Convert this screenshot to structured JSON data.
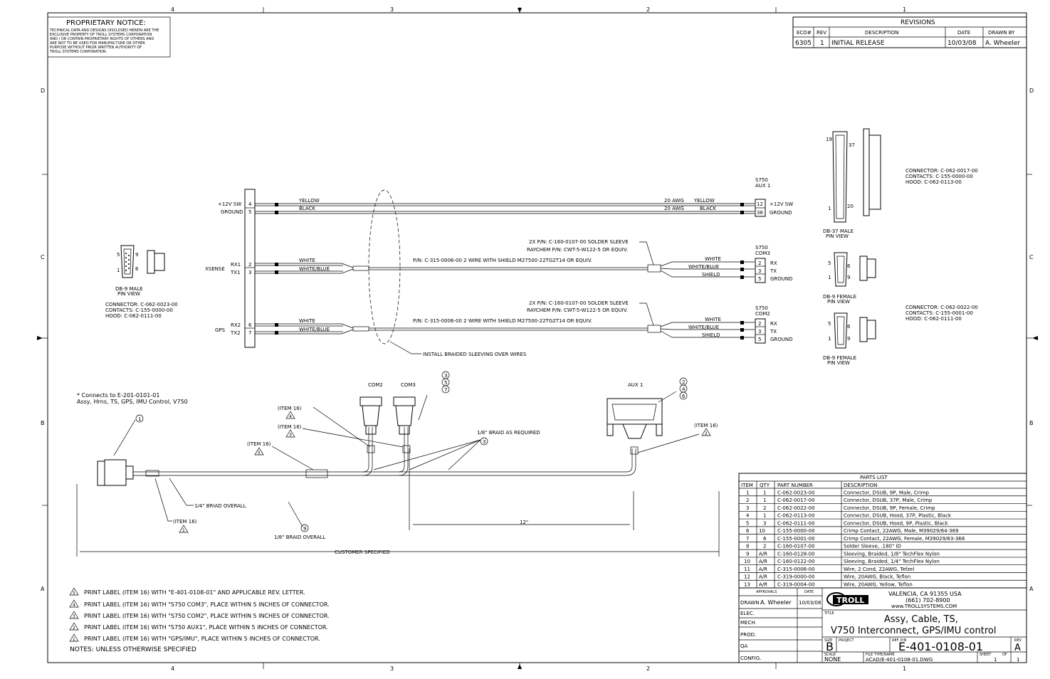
{
  "frame": {
    "cols_top": [
      "4",
      "3",
      "2",
      "1"
    ],
    "cols_bottom": [
      "4",
      "3",
      "2",
      "1"
    ],
    "rows_left": [
      "D",
      "C",
      "B",
      "A"
    ],
    "rows_right": [
      "D",
      "C",
      "B",
      "A"
    ]
  },
  "notice": {
    "title": "PROPRIETARY NOTICE:",
    "lines": [
      "TECHNICAL DATA AND DESIGNS DISCLOSED HEREIN ARE THE",
      "EXCLUSIVE PROPERTY OF TROLL SYSTEMS CORPORATION",
      "AND / OR CONTAIN PROPRIETARY RIGHTS OF OTHERS AND",
      "ARE NOT TO BE USED FOR MANUFACTURE OR OTHER",
      "PURPOSE WITHOUT PRIOR WRITTEN AUTHORITY OF",
      "TROLL SYSTEMS CORPORATION."
    ]
  },
  "revisions": {
    "title": "REVISIONS",
    "headers": [
      "ECO#",
      "REV",
      "DESCRIPTION",
      "DATE",
      "DRAWN BY"
    ],
    "rows": [
      [
        "6305",
        "1",
        "INITIAL RELEASE",
        "10/03/08",
        "A. Wheeler"
      ]
    ]
  },
  "left_connector": {
    "pins_top": "5",
    "pins_right": "9",
    "pin1": "1",
    "pin6": "6",
    "view": [
      "DB-9 MALE",
      "PIN VIEW"
    ],
    "info": [
      "CONNECTOR: C-062-0023-00",
      "CONTACTS: C-155-0000-00",
      "HOOD: C-062-0111-00"
    ]
  },
  "terminal_block": {
    "rows": [
      {
        "label": "+12V SW",
        "pin": "4",
        "color": "YELLOW"
      },
      {
        "label": "GROUND",
        "pin": "5",
        "color": "BLACK"
      },
      {
        "label": "RX1",
        "pin": "2",
        "color": "WHITE"
      },
      {
        "label": "TX1",
        "pin": "3",
        "color": "WHITE/BLUE"
      },
      {
        "label": "RX2",
        "pin": "6",
        "color": "WHITE"
      },
      {
        "label": "TX2",
        "pin": "7",
        "color": "WHITE/BLUE"
      }
    ],
    "group_xsense": "XSENSE",
    "group_gps": "GPS"
  },
  "aux1": {
    "title": [
      "S750",
      "AUX 1"
    ],
    "rows": [
      {
        "pin": "12",
        "label": "+12V SW",
        "awg": "20 AWG",
        "color": "YELLOW"
      },
      {
        "pin": "36",
        "label": "GROUND",
        "awg": "20 AWG",
        "color": "BLACK"
      }
    ]
  },
  "com3": {
    "title": [
      "S750",
      "COM3"
    ],
    "rows": [
      {
        "pin": "2",
        "label": "RX",
        "color": "WHITE"
      },
      {
        "pin": "3",
        "label": "TX",
        "color": "WHITE/BLUE"
      },
      {
        "pin": "5",
        "label": "GROUND",
        "color": "SHIELD"
      }
    ],
    "sleeve": [
      "2X P/N: C-160-0107-00 SOLDER SLEEVE",
      "RAYCHEM P/N: CWT-5-W122-5 OR EQUIV."
    ],
    "wire": "P/N: C-315-0006-00  2 WIRE WITH SHIELD M27500-22TG2T14 OR EQUIV."
  },
  "com2": {
    "title": [
      "S750",
      "COM2"
    ],
    "rows": [
      {
        "pin": "2",
        "label": "RX",
        "color": "WHITE"
      },
      {
        "pin": "3",
        "label": "TX",
        "color": "WHITE/BLUE"
      },
      {
        "pin": "5",
        "label": "GROUND",
        "color": "SHIELD"
      }
    ],
    "sleeve": [
      "2X P/N: C-160-0107-00 SOLDER SLEEVE",
      "RAYCHEM P/N: CWT-5-W122-5 OR EQUIV."
    ],
    "wire": "P/N: C-315-0006-00  2 WIRE WITH SHIELD M27500-22TG2T14 OR EQUIV."
  },
  "braid_note": "INSTALL BRAIDED SLEEVING OVER WIRES",
  "right_connectors": {
    "db37": {
      "pin19": "19",
      "pin37": "37",
      "pin1": "1",
      "pin20": "20",
      "view": [
        "DB-37 MALE",
        "PIN VIEW"
      ],
      "info": [
        "CONNECTOR: C-062-0017-00",
        "CONTACTS: C-155-0000-00",
        "HOOD: C-062-0113-00"
      ]
    },
    "db9f_a": {
      "pin5": "5",
      "pin9": "9",
      "pin1": "1",
      "pin6": "6",
      "view": [
        "DB-9 FEMALE",
        "PIN VIEW"
      ]
    },
    "db9f_b": {
      "pin5": "5",
      "pin9": "9",
      "pin1": "1",
      "pin6": "6",
      "view": [
        "DB-9 FEMALE",
        "PIN VIEW"
      ]
    },
    "info_b": [
      "CONNECTOR: C-062-0022-00",
      "CONTACTS: C-155-0001-00",
      "HOOD: C-062-0111-00"
    ]
  },
  "assembly": {
    "connects": [
      "* Connects to E-201-0101-01",
      "Assy, Hrns, TS, GPS, IMU Control, V750"
    ],
    "com2": "COM2",
    "com3": "COM3",
    "aux1": "AUX 1",
    "item16": "(ITEM 16)",
    "braid_req": "1/8\" BRAID AS REQUIRED",
    "braid_quarter": "1/4\" BRIAD OVERALL",
    "braid_eighth": "1/8\" BRAID OVERALL",
    "dim12": "12\"",
    "customer": "CUSTOMER SPECIFIED",
    "balloons": {
      "b1": "1",
      "b3": "3",
      "b5": "5",
      "b7": "7",
      "b2": "2",
      "b4": "4",
      "b6": "6",
      "b9": "9"
    },
    "tri": {
      "t1": "1",
      "t2": "2",
      "t3": "3",
      "t4": "4",
      "t5": "5"
    }
  },
  "notes": {
    "lines": [
      {
        "n": "5",
        "text": "PRINT LABEL (ITEM 16) WITH \"E-401-0108-01\" AND APPLICABLE REV. LETTER."
      },
      {
        "n": "4",
        "text": "PRINT LABEL (ITEM 16) WITH \"S750 COM3\", PLACE WITHIN 5 INCHES OF CONNECTOR."
      },
      {
        "n": "3",
        "text": "PRINT LABEL (ITEM 16) WITH \"S750 COM2\", PLACE WITHIN 5 INCHES OF CONNECTOR."
      },
      {
        "n": "2",
        "text": "PRINT LABEL (ITEM 16) WITH \"S750 AUX1\", PLACE WITHIN 5 INCHES OF CONNECTOR."
      },
      {
        "n": "1",
        "text": "PRINT LABEL (ITEM 16) WITH \"GPS/IMU\", PLACE WITHIN 5 INCHES OF CONNECTOR."
      }
    ],
    "footer": "NOTES: UNLESS OTHERWISE SPECIFIED"
  },
  "parts_list": {
    "title": "PARTS LIST",
    "headers": [
      "ITEM",
      "QTY",
      "PART NUMBER",
      "DESCRIPTION"
    ],
    "rows": [
      [
        "1",
        "1",
        "C-062-0023-00",
        "Connector, DSUB, 9P, Male, Crimp"
      ],
      [
        "2",
        "1",
        "C-062-0017-00",
        "Connector, DSUB, 37P, Male, Crimp"
      ],
      [
        "3",
        "2",
        "C-062-0022-00",
        "Connector, DSUB, 9P, Female, Crimp"
      ],
      [
        "4",
        "1",
        "C-062-0113-00",
        "Connector, DSUB, Hood, 37P, Plastic, Black"
      ],
      [
        "5",
        "3",
        "C-062-0111-00",
        "Connector, DSUB, Hood, 9P, Plastic, Black"
      ],
      [
        "6",
        "10",
        "C-155-0000-00",
        "Crimp Contact, 22AWG, Male, M39029/64-369"
      ],
      [
        "7",
        "6",
        "C-155-0001-00",
        "Crimp Contact, 22AWG, Female, M39029/63-368"
      ],
      [
        "8",
        "2",
        "C-160-0107-00",
        "Solder Sleeve, .180\" ID"
      ],
      [
        "9",
        "A/R",
        "C-160-0128-00",
        "Sleeving, Braided, 1/8\" TechFlex Nylon"
      ],
      [
        "10",
        "A/R",
        "C-160-0122-00",
        "Sleeving, Braided, 1/4\" TechFlex Nylon"
      ],
      [
        "11",
        "A/R",
        "C-315-0006-00",
        "Wire, 2 Cond, 22AWG, Tefzel"
      ],
      [
        "12",
        "A/R",
        "C-319-0000-00",
        "Wire, 20AWG, Black, Teflon"
      ],
      [
        "13",
        "A/R",
        "C-319-0004-00",
        "Wire, 20AWG, Yellow, Teflon"
      ]
    ]
  },
  "title_block": {
    "approvals": "APPROVALS",
    "date_h": "DATE",
    "drawn_l": "DRAWN",
    "drawn_v": "A. Wheeler",
    "drawn_d": "10/03/08",
    "elec": "ELEC.",
    "mech": "MECH.",
    "prod": "PROD.",
    "qa": "QA",
    "config": "CONFIG.",
    "logo": "TROLL",
    "addr": [
      "VALENCIA, CA 91355 USA",
      "(661) 702-8900",
      "www.TROLLSYSTEMS.COM"
    ],
    "title_l": "TITLE",
    "title": [
      "Assy, Cable, TS,",
      "V750 Interconnect, GPS/IMU control"
    ],
    "size_l": "SIZE",
    "size": "B",
    "project_l": "PROJECT",
    "refpn_l": "REF. P/N",
    "pn": "E-401-0108-01",
    "rev_l": "REV",
    "rev": "A",
    "scale_l": "SCALE",
    "scale": "NONE",
    "file_l": "FILE TYPE/NAME",
    "file": "ACAD/E-401-0108-01.DWG",
    "sheet_l": "SHEET",
    "sheet": "1",
    "of_l": "OF",
    "of": "1"
  }
}
